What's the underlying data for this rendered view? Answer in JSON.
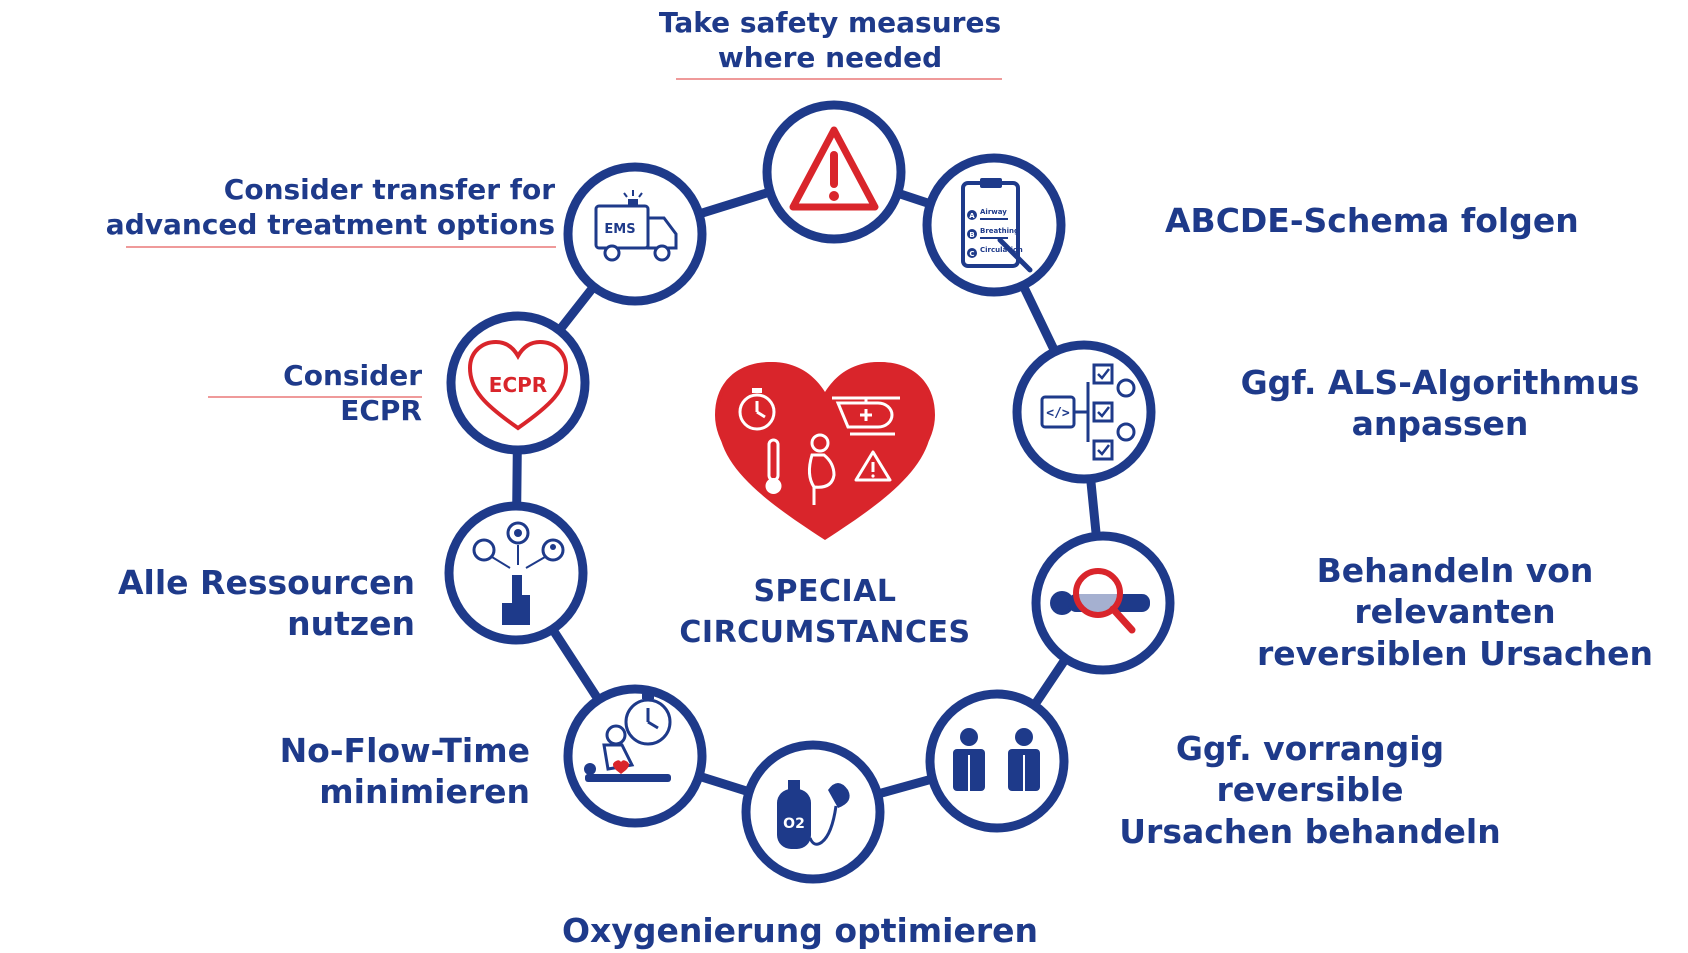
{
  "center": {
    "line1": "SPECIAL",
    "line2": "CIRCUMSTANCES",
    "heart_color": "#d9252b"
  },
  "colors": {
    "ring": "#1e3a8a",
    "accent": "#d9252b",
    "underline": "#ef9a9a"
  },
  "nodes": [
    {
      "id": "safety",
      "icon": "warning-triangle-icon",
      "label_lines": [
        "Take safety measures",
        "where needed"
      ]
    },
    {
      "id": "abcde",
      "icon": "clipboard-icon",
      "icon_text": [
        "Airway",
        "Breathing",
        "Circulation"
      ],
      "icon_letters": [
        "A",
        "B",
        "C"
      ],
      "label_lines": [
        "ABCDE-Schema folgen"
      ]
    },
    {
      "id": "als",
      "icon": "algorithm-flow-icon",
      "label_lines": [
        "Ggf. ALS-Algorithmus",
        "anpassen"
      ]
    },
    {
      "id": "reversible",
      "icon": "magnifier-patient-icon",
      "label_lines": [
        "Behandeln von relevanten",
        "reversiblen Ursachen"
      ]
    },
    {
      "id": "priority",
      "icon": "two-people-icon",
      "label_lines": [
        "Ggf. vorrangig reversible",
        "Ursachen behandeln"
      ]
    },
    {
      "id": "oxygen",
      "icon": "oxygen-tank-icon",
      "icon_text": [
        "O2"
      ],
      "label_lines": [
        "Oxygenierung optimieren"
      ]
    },
    {
      "id": "noflow",
      "icon": "cpr-timer-icon",
      "label_lines": [
        "No-Flow-Time minimieren"
      ]
    },
    {
      "id": "resources",
      "icon": "resources-hand-icon",
      "label_lines": [
        "Alle Ressourcen nutzen"
      ]
    },
    {
      "id": "ecpr",
      "icon": "ecpr-heart-icon",
      "icon_text": [
        "ECPR"
      ],
      "label_lines": [
        "Consider ECPR"
      ]
    },
    {
      "id": "transfer",
      "icon": "ambulance-icon",
      "icon_text": [
        "EMS"
      ],
      "label_lines": [
        "Consider transfer for",
        "advanced treatment options"
      ]
    }
  ]
}
